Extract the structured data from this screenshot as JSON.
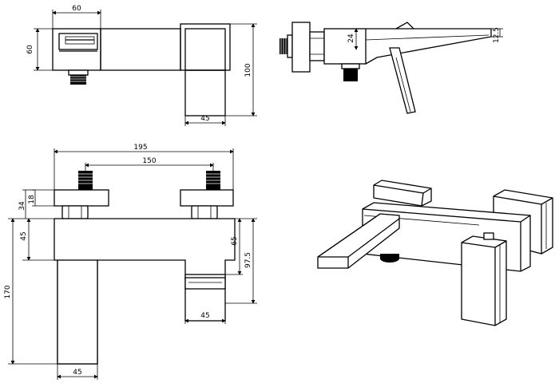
{
  "dimensions": {
    "top_view": {
      "width": "60",
      "height": "60",
      "total_height": "100",
      "body_width": "45"
    },
    "side_view": {
      "depth": "24",
      "spout": "12.5"
    },
    "front_view": {
      "total_width": "195",
      "center_distance": "150",
      "eccentric": "18",
      "inlet": "34",
      "body_height": "45",
      "spout_height": "65",
      "total_height": "97.5",
      "spout_width": "45",
      "handle_height": "170",
      "handle_width": "45"
    }
  },
  "colors": {
    "line": "#000000",
    "background": "#ffffff"
  }
}
